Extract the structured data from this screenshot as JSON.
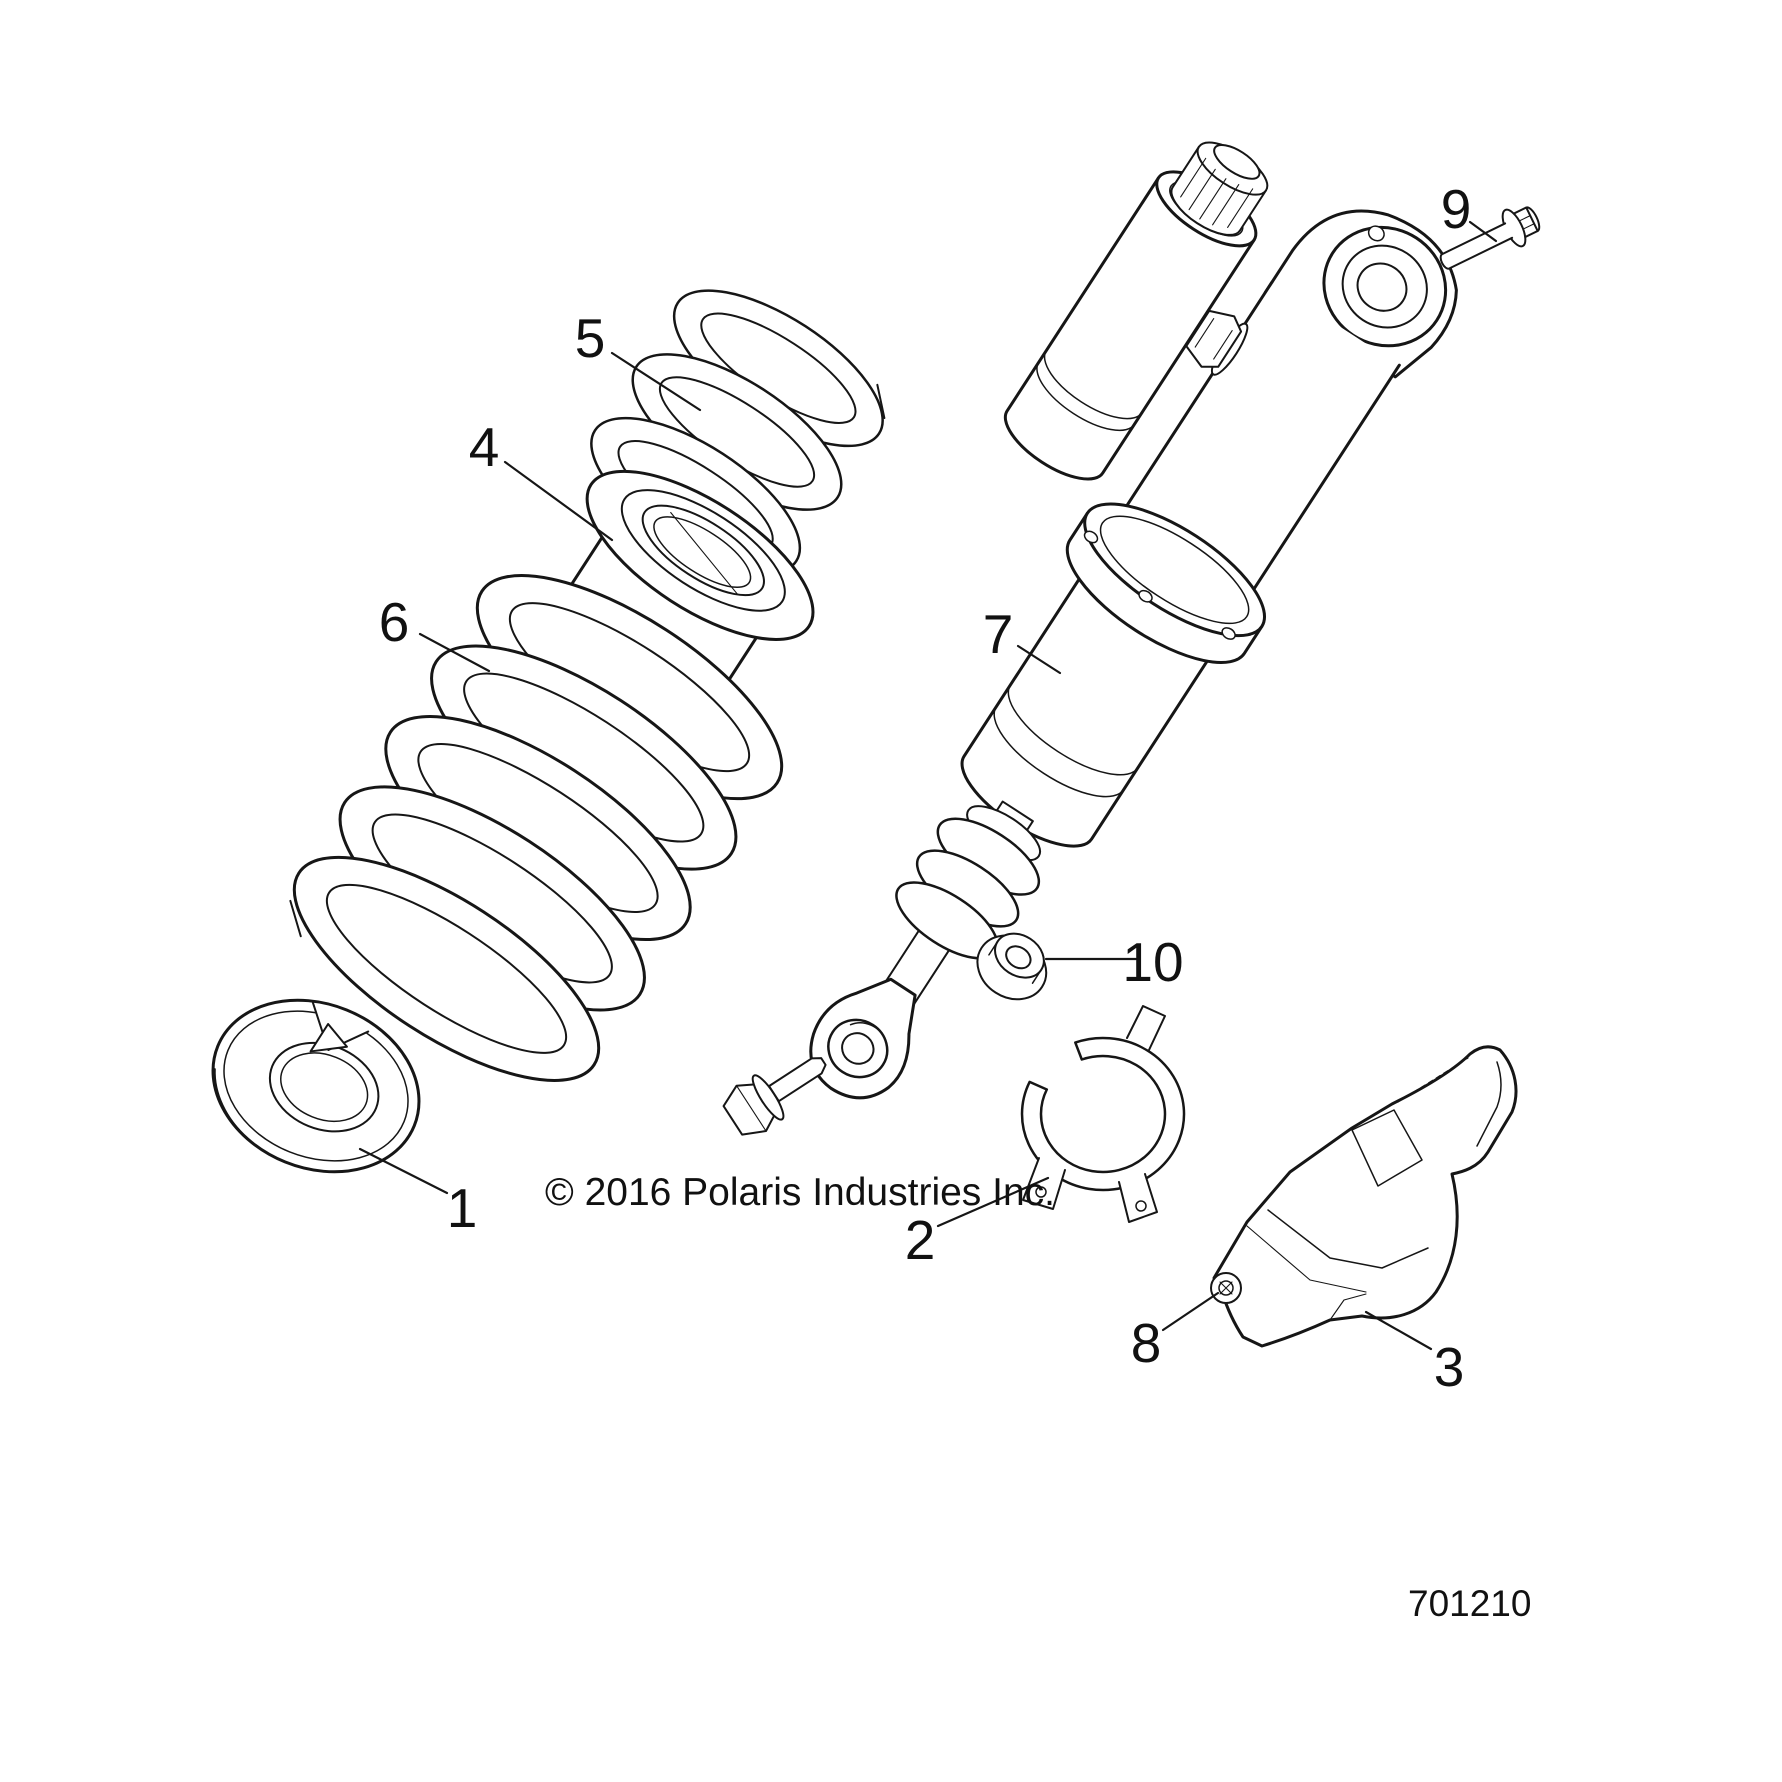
{
  "page": {
    "background_color": "#ffffff",
    "line_color": "#161616"
  },
  "footer": {
    "copyright": "© 2016 Polaris Industries Inc.",
    "diagram_number": "701210"
  },
  "callouts": [
    {
      "label": "1"
    },
    {
      "label": "2"
    },
    {
      "label": "3"
    },
    {
      "label": "4"
    },
    {
      "label": "5"
    },
    {
      "label": "6"
    },
    {
      "label": "7"
    },
    {
      "label": "8"
    },
    {
      "label": "9"
    },
    {
      "label": "10"
    }
  ]
}
